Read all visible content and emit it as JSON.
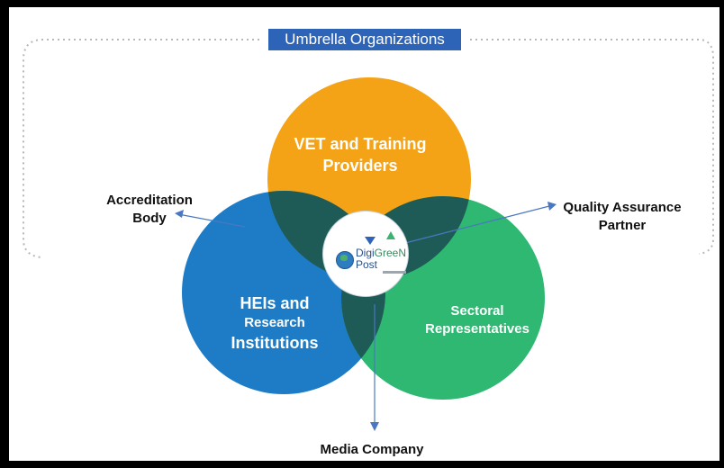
{
  "umbrella": {
    "title": "Umbrella Organizations"
  },
  "circles": {
    "vet": {
      "line1": "VET and Training",
      "line2": "Providers",
      "color": "#f5a316"
    },
    "hei": {
      "line1": "HEIs and",
      "line2": "Research",
      "line3": "Institutions",
      "color": "#1e7cc6"
    },
    "sectoral": {
      "line1": "Sectoral",
      "line2": "Representatives",
      "color": "#2eb872"
    },
    "overlap_color": "#1f5b56"
  },
  "outer": {
    "accreditation": {
      "line1": "Accreditation",
      "line2": "Body"
    },
    "quality": {
      "line1": "Quality Assurance",
      "line2": "Partner"
    },
    "media": {
      "label": "Media Company"
    }
  },
  "logo": {
    "line1a": "Digi",
    "line1b": "GreeN",
    "line2": "Post"
  },
  "colors": {
    "arrow": "#4a78c0",
    "dotted": "#b8b8b8",
    "title_bg": "#2e64b8"
  }
}
